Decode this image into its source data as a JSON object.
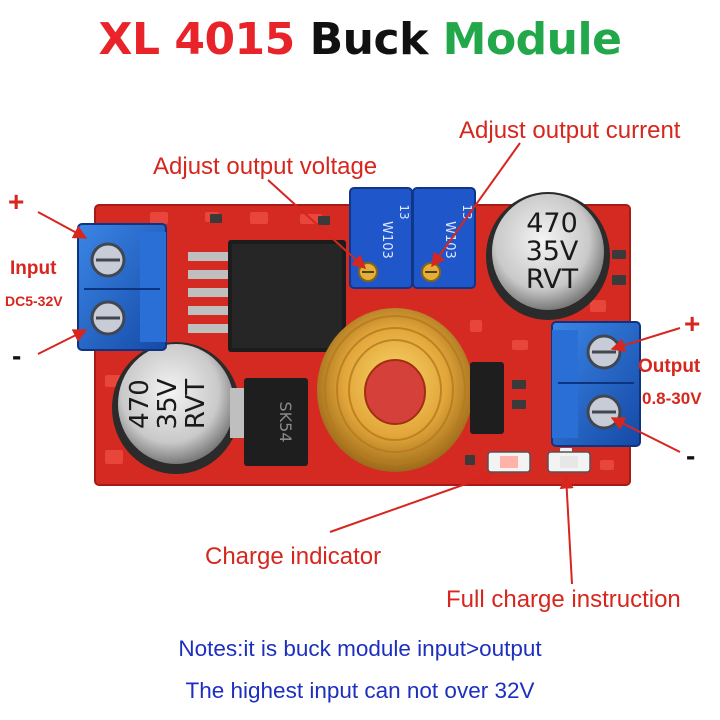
{
  "title": {
    "part1": "XL 4015",
    "part2": "Buck",
    "part3": "Module"
  },
  "labels": {
    "adjust_voltage": "Adjust output voltage",
    "adjust_current": "Adjust output current",
    "charge_indicator": "Charge indicator",
    "full_charge": "Full charge instruction"
  },
  "input": {
    "plus": "+",
    "label": "Input",
    "range": "DC5-32V",
    "minus": "-"
  },
  "output": {
    "plus": "+",
    "label": "Output",
    "range": "0.8-30V",
    "minus": "-"
  },
  "board_text": {
    "cap_value": "470",
    "cap_voltage": "35V",
    "cap_series": "RVT",
    "pot_code": "W103",
    "pot_number": "13",
    "diode": "SK54"
  },
  "notes": {
    "line1": "Notes:it is buck module input>output",
    "line2": "The highest input can not over 32V"
  },
  "colors": {
    "title_red": "#e8232a",
    "title_black": "#111111",
    "title_green": "#22a84a",
    "label_red": "#d6261e",
    "note_blue": "#1d2fbf",
    "pcb_red": "#d42a22",
    "terminal_blue": "#1d63c9"
  }
}
